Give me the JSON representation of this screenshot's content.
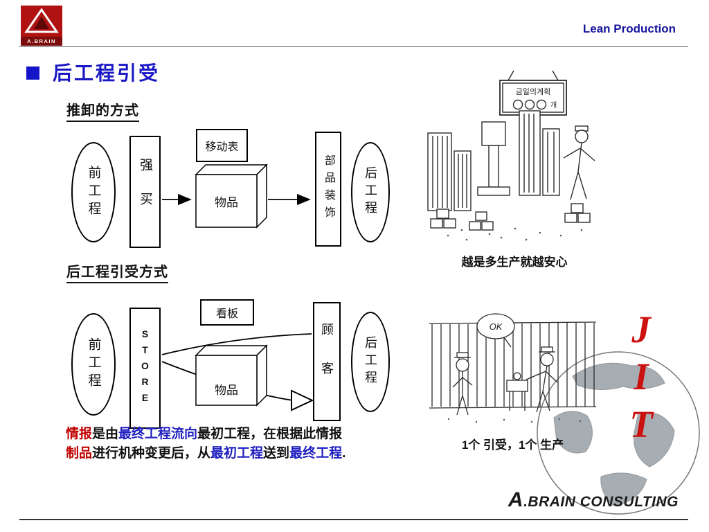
{
  "header": {
    "logo_text": "A.BRAIN",
    "top_right": "Lean Production"
  },
  "title": "后工程引受",
  "push": {
    "heading": "推卸的方式",
    "source": "前工程",
    "force_buy": "强买",
    "move_label": "移动表",
    "goods": "物品",
    "parts": "部品装饰",
    "sink": "后工程"
  },
  "pull": {
    "heading": "后工程引受方式",
    "source": "前工程",
    "store": "STORE",
    "kanban": "看板",
    "goods": "物品",
    "customer": "顾客",
    "sink": "后工程"
  },
  "description": {
    "line1": [
      {
        "text": "情报",
        "color": "red"
      },
      {
        "text": "是由",
        "color": "black"
      },
      {
        "text": "最终工程",
        "color": "blue"
      },
      {
        "text": "流向",
        "color": "blue"
      },
      {
        "text": "最初工程",
        "color": "black"
      },
      {
        "text": "，在根据此情报",
        "color": "black"
      }
    ],
    "line2": [
      {
        "text": "制品",
        "color": "red"
      },
      {
        "text": "进行机种变更后，从",
        "color": "black"
      },
      {
        "text": "最初工程",
        "color": "blue"
      },
      {
        "text": "送到",
        "color": "black"
      },
      {
        "text": "最终工程",
        "color": "blue"
      },
      {
        "text": ".",
        "color": "black"
      }
    ]
  },
  "cartoon_push": {
    "sign_title": "금일의계획",
    "sign_unit": "개",
    "caption": "越是多生产就越安心"
  },
  "cartoon_pull": {
    "bubble": "OK",
    "caption": "1个 引受，1个 生产"
  },
  "jit": {
    "letters": [
      "J",
      "I",
      "T"
    ],
    "color": "#cc1111"
  },
  "footer": {
    "brand_initial": "A",
    "brand_rest": ".BRAIN CONSULTING"
  },
  "colors": {
    "accent_blue": "#1f1fc0",
    "accent_red": "#c00000",
    "logo_red": "#b01212"
  }
}
